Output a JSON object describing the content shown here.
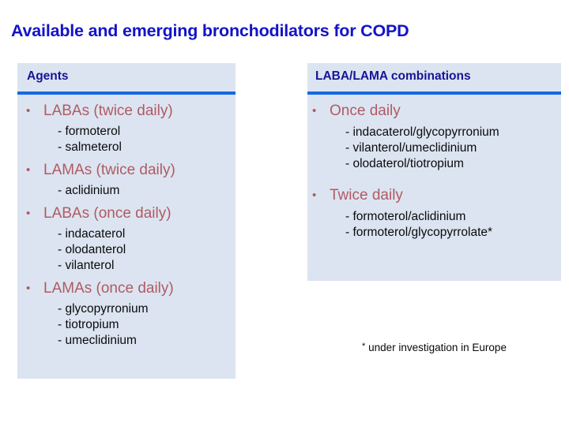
{
  "slide": {
    "title": "Available and emerging bronchodilators for COPD",
    "colors": {
      "title": "#1313c8",
      "panel_background": "#dce4f1",
      "header_text": "#151595",
      "header_rule": "#1768e0",
      "bullet_text": "#b05b62",
      "sub_text": "#0a0a0a"
    }
  },
  "columns": [
    {
      "id": "agents",
      "header": "Agents",
      "groups": [
        {
          "label": "LABAs (twice daily)",
          "bullet_glyph": "•",
          "items": [
            "- formoterol",
            "- salmeterol"
          ]
        },
        {
          "label": "LAMAs (twice daily)",
          "bullet_glyph": "•",
          "items": [
            "- aclidinium"
          ]
        },
        {
          "label": "LABAs (once daily)",
          "bullet_glyph": "•",
          "items": [
            "- indacaterol",
            "- olodanterol",
            "- vilanterol"
          ]
        },
        {
          "label": "LAMAs (once daily)",
          "bullet_glyph": "•",
          "items": [
            "- glycopyrronium",
            "- tiotropium",
            "- umeclidinium"
          ]
        }
      ]
    },
    {
      "id": "combinations",
      "header": "LABA/LAMA combinations",
      "groups": [
        {
          "label": "Once daily",
          "bullet_glyph": "•",
          "items": [
            "-  indacaterol/glycopyrronium",
            "-  vilanterol/umeclidinium",
            "-  olodaterol/tiotropium"
          ]
        },
        {
          "label": "Twice daily",
          "bullet_glyph": "•",
          "items": [
            "- formoterol/aclidinium",
            "- formoterol/glycopyrrolate*"
          ]
        }
      ]
    }
  ],
  "footnote": {
    "marker": "*",
    "text": " under investigation in Europe"
  }
}
